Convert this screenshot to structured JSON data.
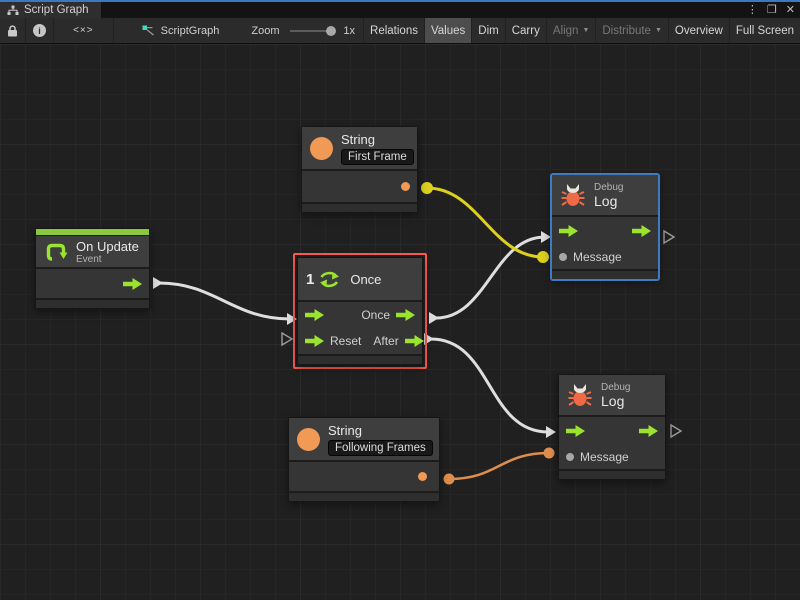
{
  "window": {
    "tab": "Script Graph",
    "controls": {
      "menu": "⋮",
      "maximize": "❐",
      "close": "✕"
    }
  },
  "toolbar": {
    "code_toggle": "<×>",
    "graph_name": "ScriptGraph",
    "zoom_label": "Zoom",
    "zoom_value": "1x",
    "buttons": [
      {
        "label": "Relations",
        "state": "normal"
      },
      {
        "label": "Values",
        "state": "active"
      },
      {
        "label": "Dim",
        "state": "normal"
      },
      {
        "label": "Carry",
        "state": "normal"
      },
      {
        "label": "Align",
        "state": "disabled",
        "dropdown": "▼"
      },
      {
        "label": "Distribute",
        "state": "disabled",
        "dropdown": "▼"
      },
      {
        "label": "Overview",
        "state": "normal"
      },
      {
        "label": "Full Screen",
        "state": "normal"
      }
    ]
  },
  "nodes": {
    "string_first": {
      "title": "String",
      "value": "First Frame"
    },
    "debug_top": {
      "kind": "Debug",
      "title": "Log",
      "input_label": "Message"
    },
    "on_update": {
      "title": "On Update",
      "subtitle": "Event"
    },
    "once": {
      "count": "1",
      "title": "Once",
      "out_primary": "Once",
      "in_secondary": "Reset",
      "out_secondary": "After"
    },
    "string_following": {
      "title": "String",
      "value": "Following Frames"
    },
    "debug_bottom": {
      "kind": "Debug",
      "title": "Log",
      "input_label": "Message"
    }
  },
  "edges": [
    {
      "from": "on_update.out",
      "to": "once.in",
      "type": "flow",
      "color": "#dedede"
    },
    {
      "from": "once.out_once",
      "to": "debug_top.in",
      "type": "flow",
      "color": "#dedede"
    },
    {
      "from": "once.out_after",
      "to": "debug_bottom.in",
      "type": "flow",
      "color": "#dedede"
    },
    {
      "from": "string_first.out",
      "to": "debug_top.message",
      "type": "value",
      "color": "#ddd01e"
    },
    {
      "from": "string_following.out",
      "to": "debug_bottom.message",
      "type": "value",
      "color": "#dd8e4e"
    }
  ],
  "colors": {
    "flow_green": "#9ae42f",
    "string_orange": "#f09a56",
    "bug_orange": "#ef6a45",
    "selection_red": "#ff5c4d",
    "selection_blue": "#3e7cc1",
    "focus_blue": "#3a79c2"
  }
}
